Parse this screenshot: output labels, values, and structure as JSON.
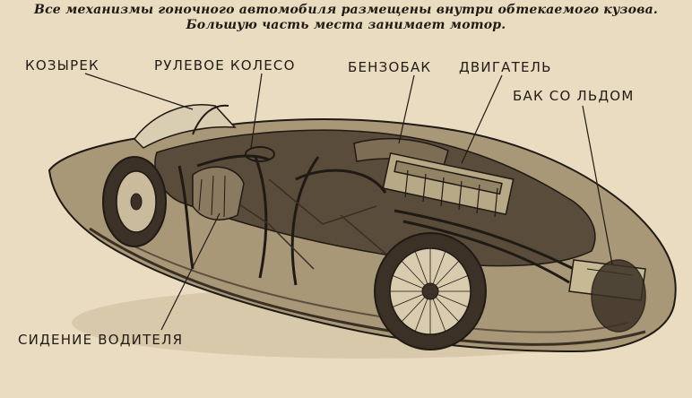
{
  "caption": {
    "line1": "Все механизмы гоночного автомобиля размещены внутри обтекаемого кузова.",
    "line2": "Большую часть места занимает мотор."
  },
  "labels": {
    "visor": "КОЗЫРЕК",
    "steering_wheel": "РУЛЕВОЕ КОЛЕСО",
    "fuel_tank": "БЕНЗОБАК",
    "engine": "ДВИГАТЕЛЬ",
    "ice_tank": "БАК СО ЛЬДОМ",
    "driver_seat": "СИДЕНИЕ ВОДИТЕЛЯ"
  },
  "colors": {
    "paper": "#e9dcc0",
    "ink": "#231c15"
  }
}
